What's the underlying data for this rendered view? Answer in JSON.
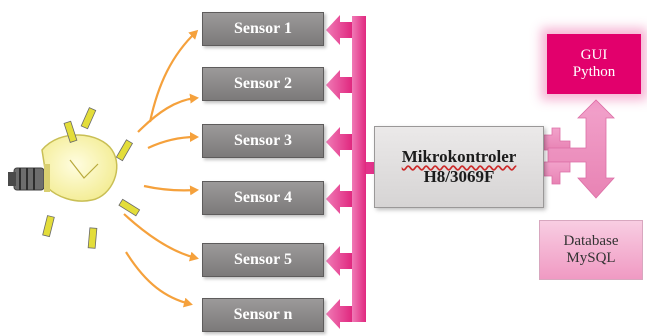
{
  "sensors": [
    {
      "label": "Sensor 1"
    },
    {
      "label": "Sensor 2"
    },
    {
      "label": "Sensor 3"
    },
    {
      "label": "Sensor 4"
    },
    {
      "label": "Sensor 5"
    },
    {
      "label": "Sensor n"
    }
  ],
  "microcontroller": {
    "line1": "Mikrokontroler",
    "line2": "H8/3069F"
  },
  "gui": {
    "line1": "GUI",
    "line2": "Python"
  },
  "database": {
    "line1": "Database",
    "line2": "MySQL"
  },
  "colors": {
    "sensor_box": "#8a8888",
    "bus_arrow": "#e8338c",
    "bus_arrow_light": "#f18fc0",
    "light_ray": "#f5a13c",
    "bulb_glass": "#fbf7b4",
    "gui_fill": "#e2006c",
    "database_fill": "#f6b6d5"
  }
}
